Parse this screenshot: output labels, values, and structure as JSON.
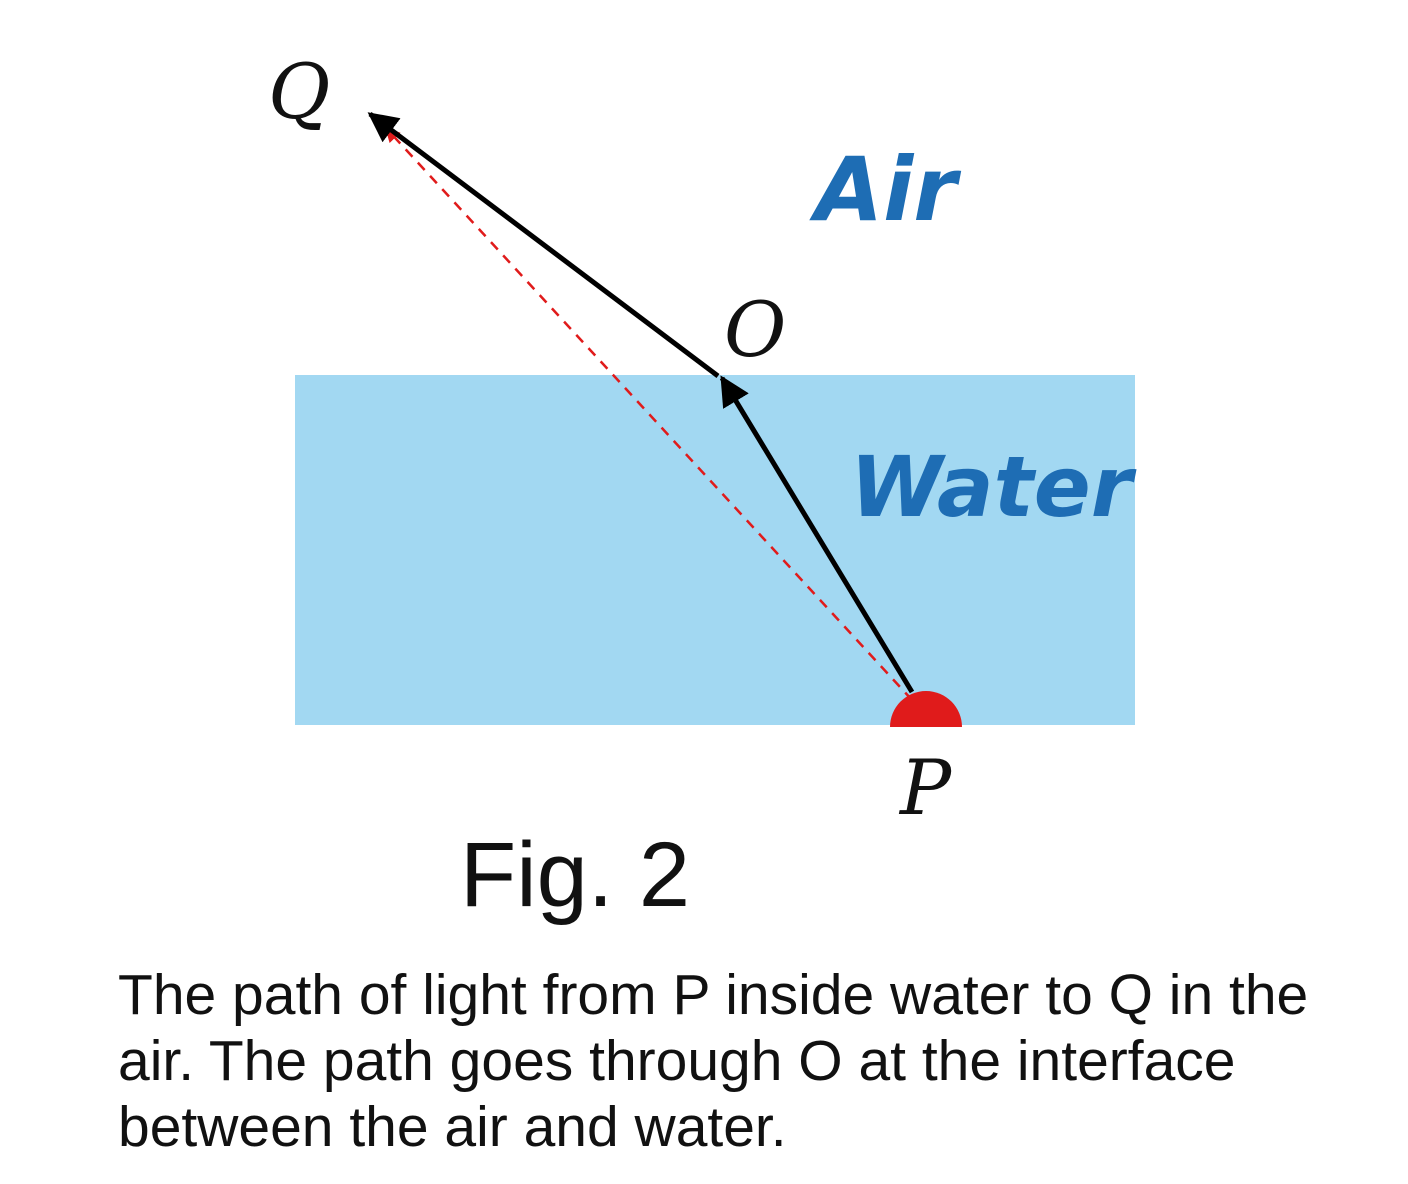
{
  "labels": {
    "q": "Q",
    "o": "O",
    "p": "P",
    "air": "Air",
    "water": "Water"
  },
  "figure_title": "Fig. 2",
  "caption": "The path of light from P inside water to Q in the air. The path goes through O at the interface between the air and water.",
  "colors": {
    "water": "#a2d8f2",
    "medium_text": "#1e6db4",
    "ray": "#000000",
    "straight_path": "#e01b1b",
    "source": "#e01b1b"
  }
}
